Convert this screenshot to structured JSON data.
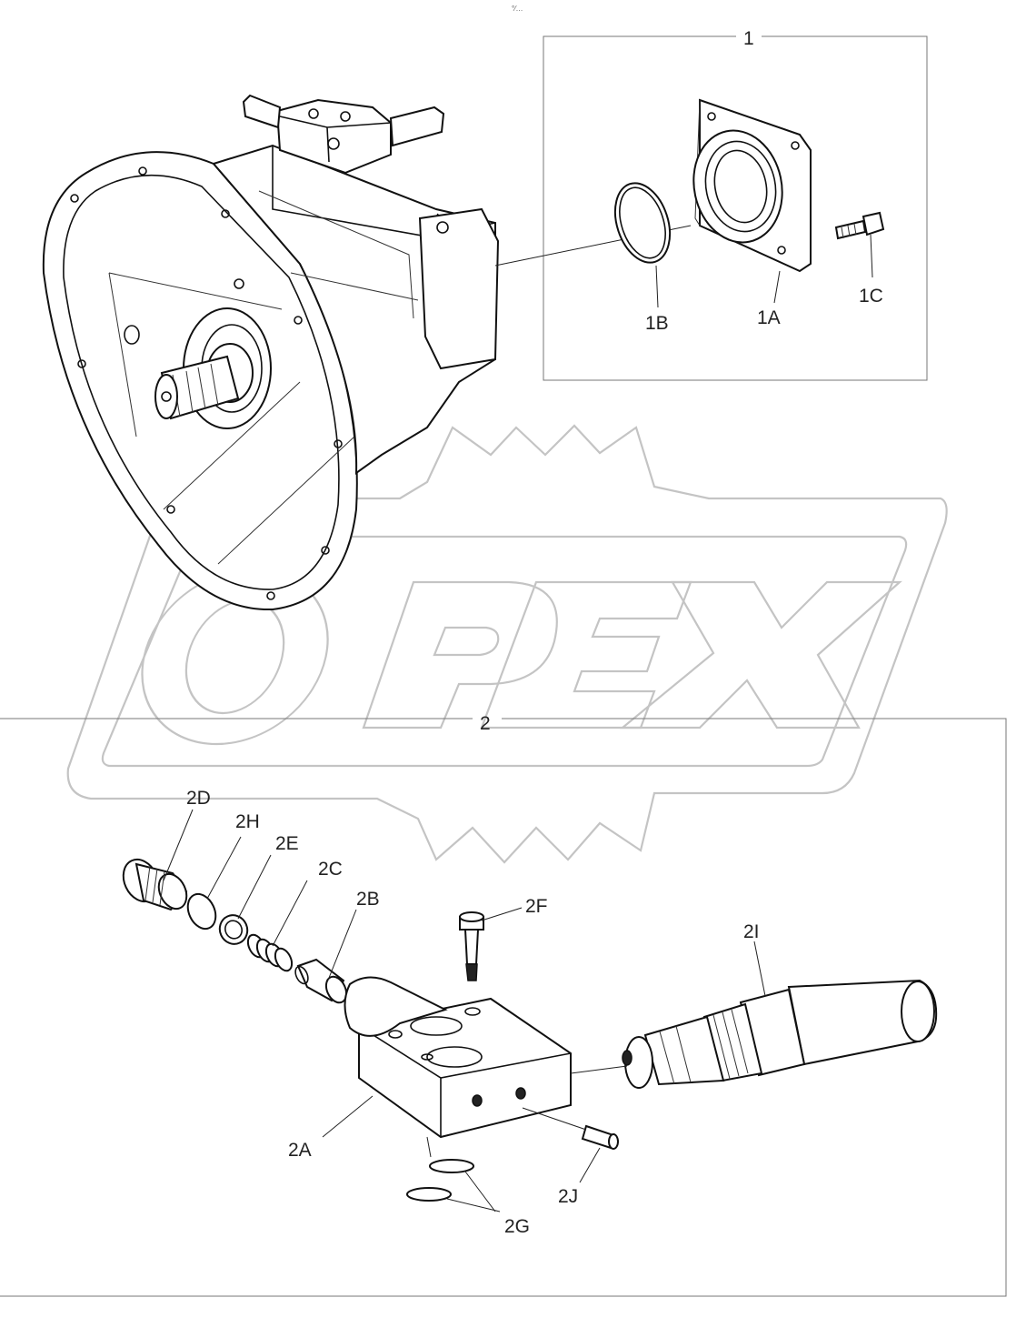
{
  "header_mark": "°⁄…",
  "watermark": {
    "text": "OPEX"
  },
  "groups": [
    {
      "id": "group-1",
      "label": "1"
    },
    {
      "id": "group-2",
      "label": "2"
    }
  ],
  "callouts": {
    "c1A": "1A",
    "c1B": "1B",
    "c1C": "1C",
    "c2A": "2A",
    "c2B": "2B",
    "c2C": "2C",
    "c2D": "2D",
    "c2E": "2E",
    "c2F": "2F",
    "c2G": "2G",
    "c2H": "2H",
    "c2I": "2I",
    "c2J": "2J"
  }
}
